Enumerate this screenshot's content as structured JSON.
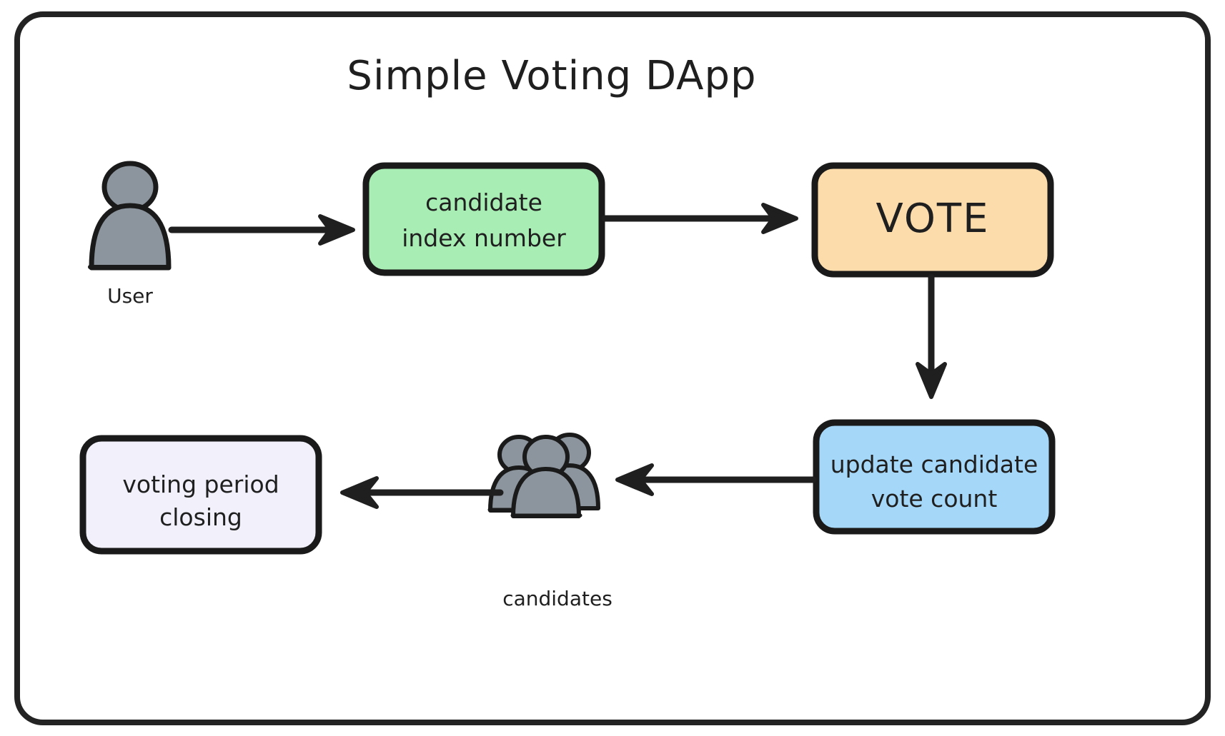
{
  "diagram": {
    "title": "Simple Voting DApp",
    "type": "flowchart",
    "canvas": {
      "background": "#ffffff",
      "border_color": "#232323",
      "border_radius": 35,
      "border_width": 8
    },
    "nodes": [
      {
        "id": "user",
        "kind": "actor",
        "label": "User",
        "fill": "#8c959d",
        "stroke": "#1a1a1a"
      },
      {
        "id": "candidate-index",
        "kind": "box",
        "label_line1": "candidate",
        "label_line2": "index number",
        "fill": "#a8edb4",
        "stroke": "#1a1a1a"
      },
      {
        "id": "vote",
        "kind": "box",
        "label_line1": "VOTE",
        "label_line2": "",
        "fill": "#fcdcab",
        "stroke": "#1a1a1a"
      },
      {
        "id": "update-count",
        "kind": "box",
        "label_line1": "update candidate",
        "label_line2": "vote count",
        "fill": "#a5d8f8",
        "stroke": "#1a1a1a"
      },
      {
        "id": "candidates",
        "kind": "actor-group",
        "label": "candidates",
        "fill": "#8c959d",
        "stroke": "#1a1a1a"
      },
      {
        "id": "voting-period-closing",
        "kind": "box",
        "label_line1": "voting period",
        "label_line2": "closing",
        "fill": "#f1f0fb",
        "stroke": "#1a1a1a"
      }
    ],
    "edges": [
      {
        "id": "e1",
        "from": "user",
        "to": "candidate-index",
        "direction": "right",
        "label": ""
      },
      {
        "id": "e2",
        "from": "candidate-index",
        "to": "vote",
        "direction": "right",
        "label": ""
      },
      {
        "id": "e3",
        "from": "vote",
        "to": "update-count",
        "direction": "down",
        "label": ""
      },
      {
        "id": "e4",
        "from": "update-count",
        "to": "candidates",
        "direction": "left",
        "label": ""
      },
      {
        "id": "e5",
        "from": "candidates",
        "to": "voting-period-closing",
        "direction": "left",
        "label": ""
      }
    ],
    "edge_color": "#1f1f1f"
  }
}
